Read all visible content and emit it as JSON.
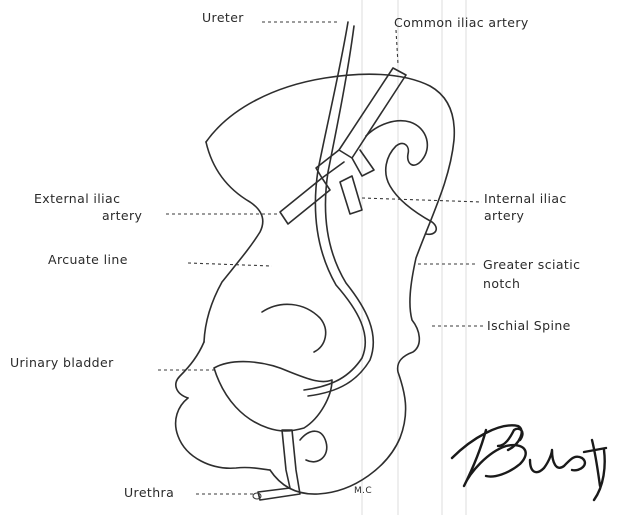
{
  "labels": {
    "ureter": "Ureter",
    "common_iliac": "Common iliac artery",
    "external_iliac_1": "External iliac",
    "external_iliac_2": "artery",
    "internal_iliac_1": "Internal iliac",
    "internal_iliac_2": "artery",
    "arcuate_line": "Arcuate line",
    "greater_sciatic_1": "Greater sciatic",
    "greater_sciatic_2": "notch",
    "ischial_spine": "Ischial Spine",
    "urinary_bladder": "Urinary bladder",
    "urethra": "Urethra",
    "initials": "M.C"
  },
  "signature": "Bust"
}
